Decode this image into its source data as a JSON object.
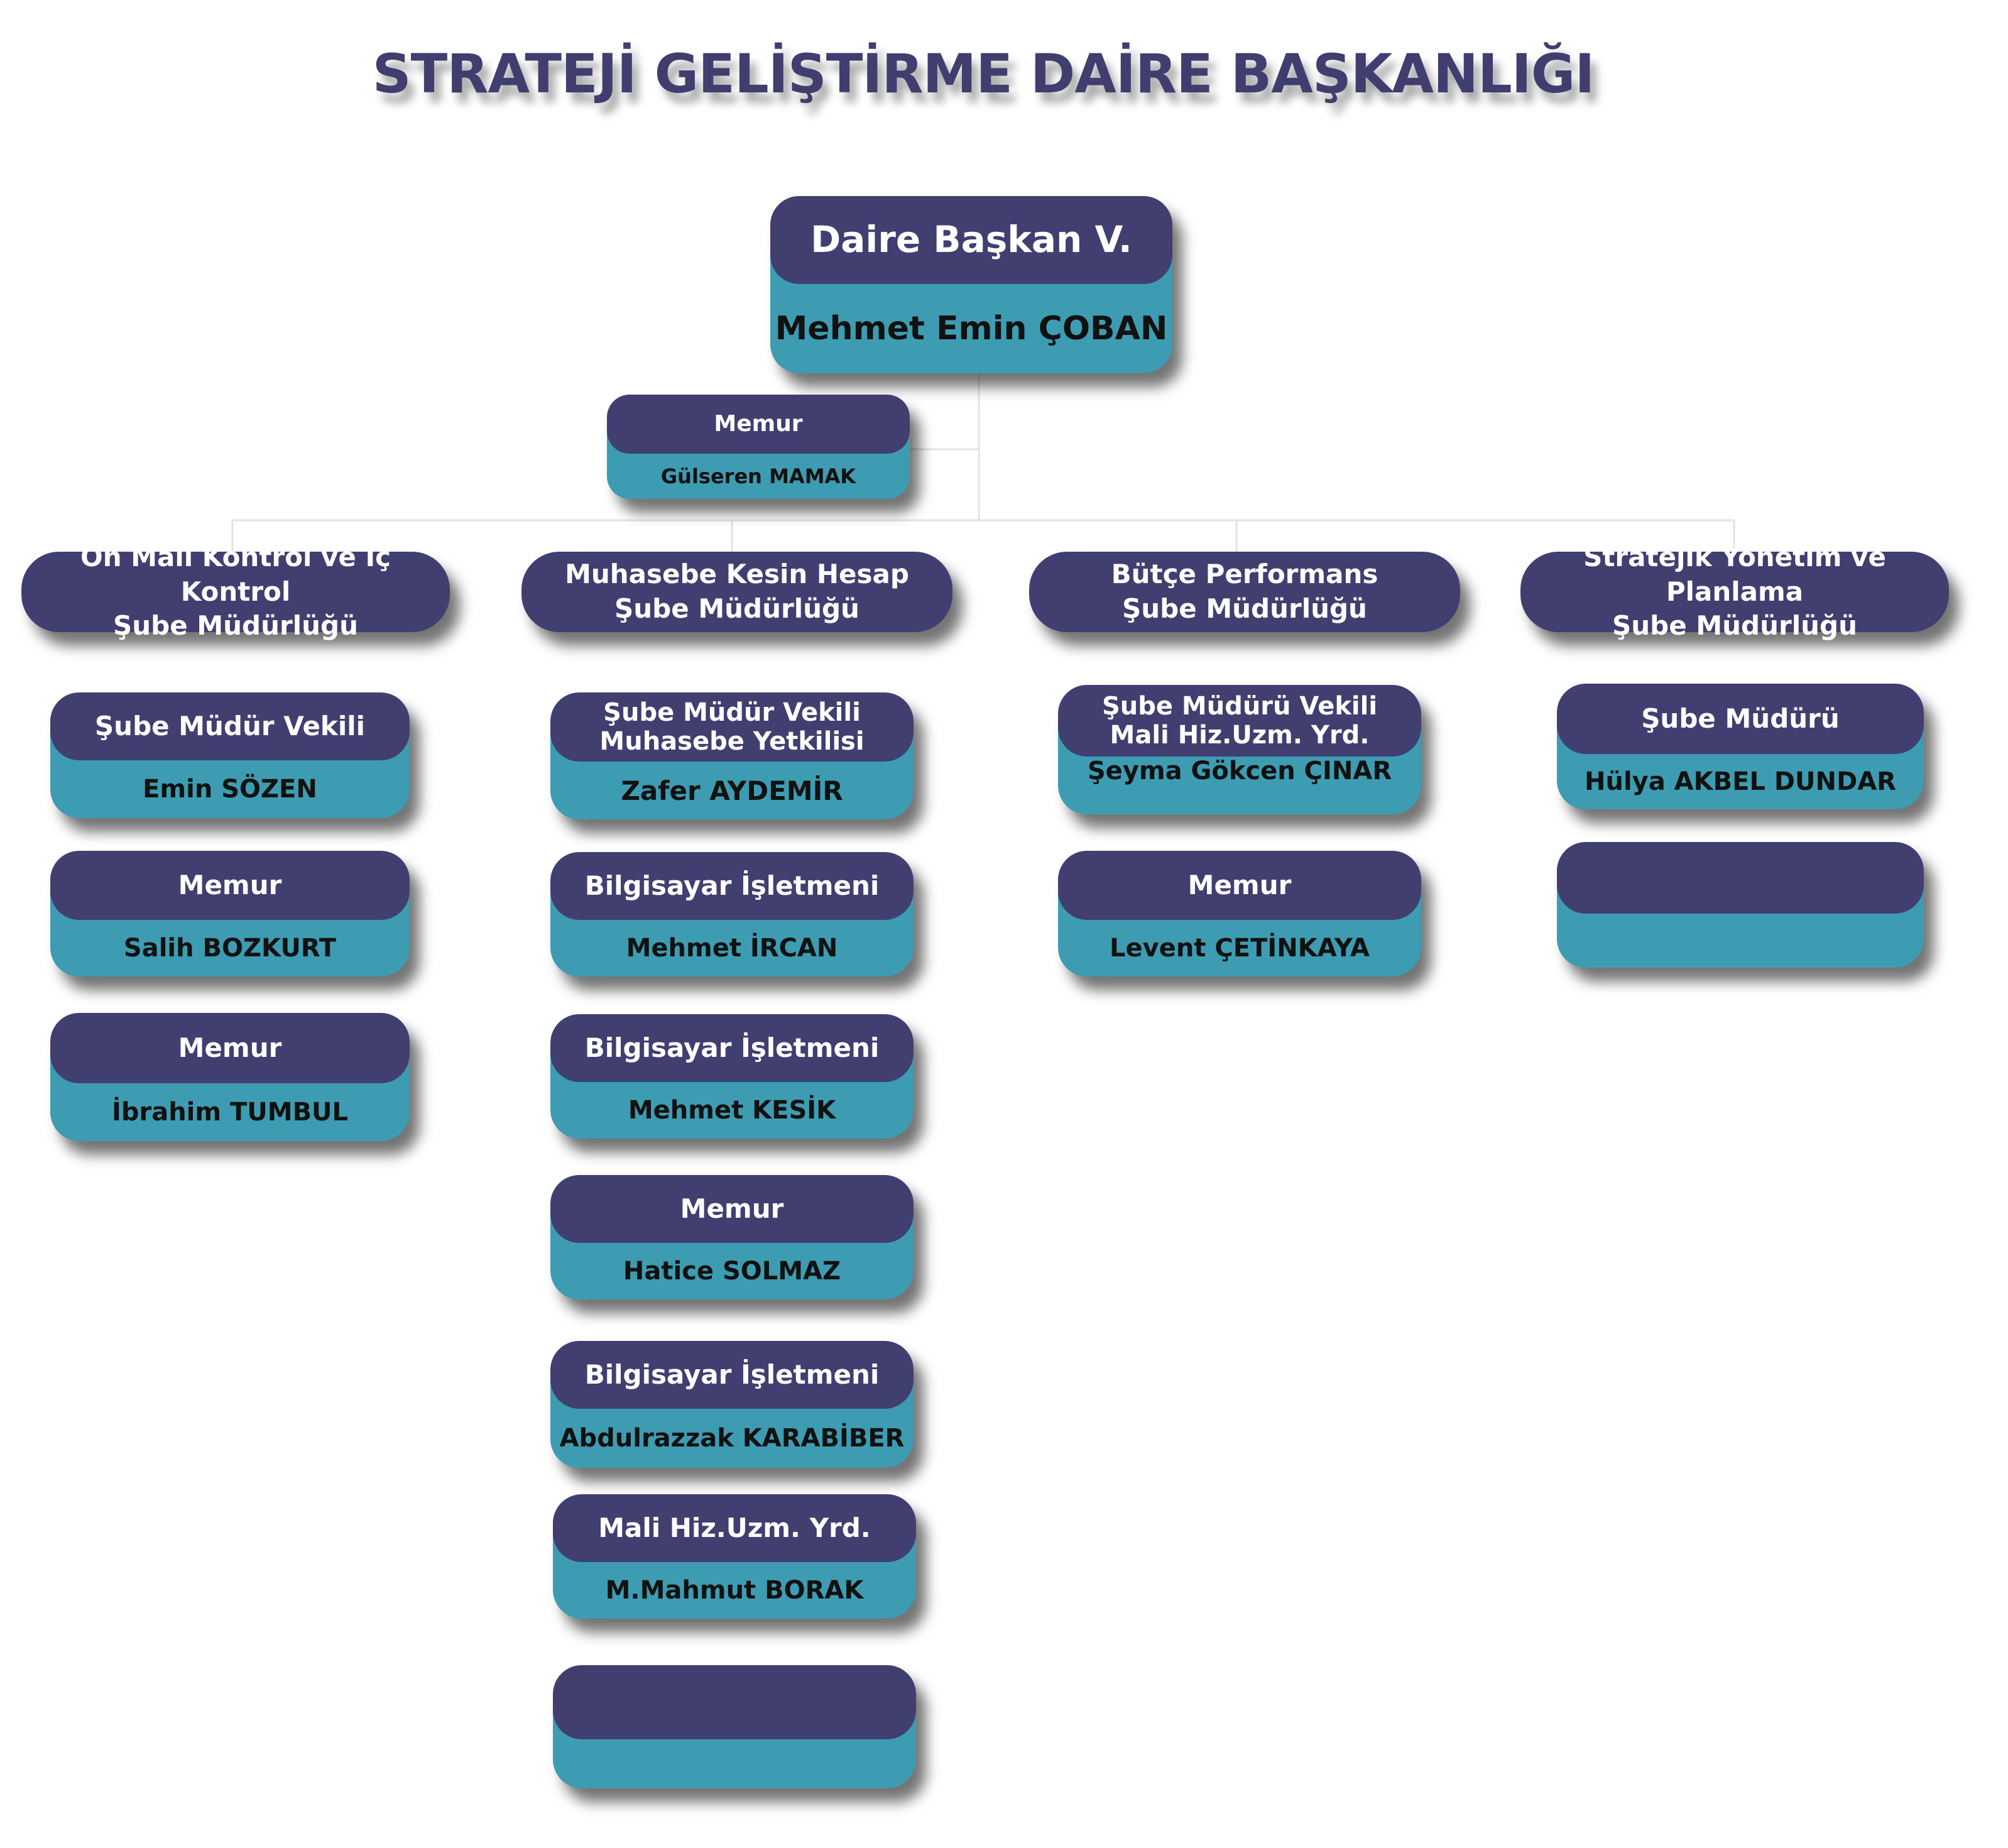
{
  "title": "STRATEJİ GELİŞTİRME DAİRE BAŞKANLIĞI",
  "colors": {
    "title": "#3f3e6e",
    "header_band": "#413f70",
    "body_band": "#3d9cb2",
    "connector": "#e3e3e3"
  },
  "head": {
    "role": "Daire Başkan V.",
    "name": "Mehmet Emin ÇOBAN"
  },
  "assistant": {
    "role": "Memur",
    "name": "Gülseren MAMAK"
  },
  "departments": [
    {
      "name": "Ön Mali Kontrol ve İç Kontrol\nŞube Müdürlüğü",
      "staff": [
        {
          "role": "Şube Müdür Vekili",
          "name": "Emin SÖZEN"
        },
        {
          "role": "Memur",
          "name": "Salih BOZKURT"
        },
        {
          "role": "Memur",
          "name": "İbrahim TUMBUL"
        }
      ]
    },
    {
      "name": "Muhasebe Kesin Hesap\nŞube Müdürlüğü",
      "staff": [
        {
          "role": "Şube Müdür Vekili\nMuhasebe Yetkilisi",
          "name": "Zafer AYDEMİR"
        },
        {
          "role": "Bilgisayar İşletmeni",
          "name": "Mehmet İRCAN"
        },
        {
          "role": "Bilgisayar İşletmeni",
          "name": "Mehmet KESİK"
        },
        {
          "role": "Memur",
          "name": "Hatice SOLMAZ"
        },
        {
          "role": "Bilgisayar İşletmeni",
          "name": "Abdulrazzak KARABİBER"
        },
        {
          "role": "Mali Hiz.Uzm. Yrd.",
          "name": "M.Mahmut BORAK"
        },
        {
          "role": "",
          "name": ""
        }
      ]
    },
    {
      "name": "Bütçe Performans\nŞube Müdürlüğü",
      "staff": [
        {
          "role": "Şube Müdürü  Vekili\nMali Hiz.Uzm. Yrd.",
          "name": "Şeyma Gökcen ÇINAR"
        },
        {
          "role": "Memur",
          "name": "Levent ÇETİNKAYA"
        }
      ]
    },
    {
      "name": "Stratejik Yönetim ve Planlama\nŞube Müdürlüğü",
      "staff": [
        {
          "role": "Şube Müdürü",
          "name": "Hülya AKBEL DUNDAR"
        },
        {
          "role": "",
          "name": ""
        }
      ]
    }
  ]
}
